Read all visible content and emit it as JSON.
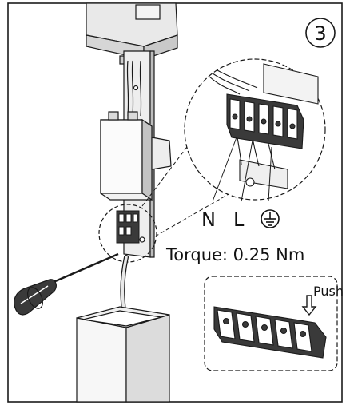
{
  "step": {
    "number": "3"
  },
  "terminals": {
    "neutral": "N",
    "live": "L",
    "earth_icon": "protective-earth-icon"
  },
  "torque": {
    "text": "Torque: 0.25 Nm"
  },
  "inset": {
    "push_label": "Push"
  },
  "colors": {
    "line": "#1a1a1a",
    "fill_light": "#e9e9e9",
    "fill_dark": "#3a3a3a",
    "background": "#ffffff"
  }
}
